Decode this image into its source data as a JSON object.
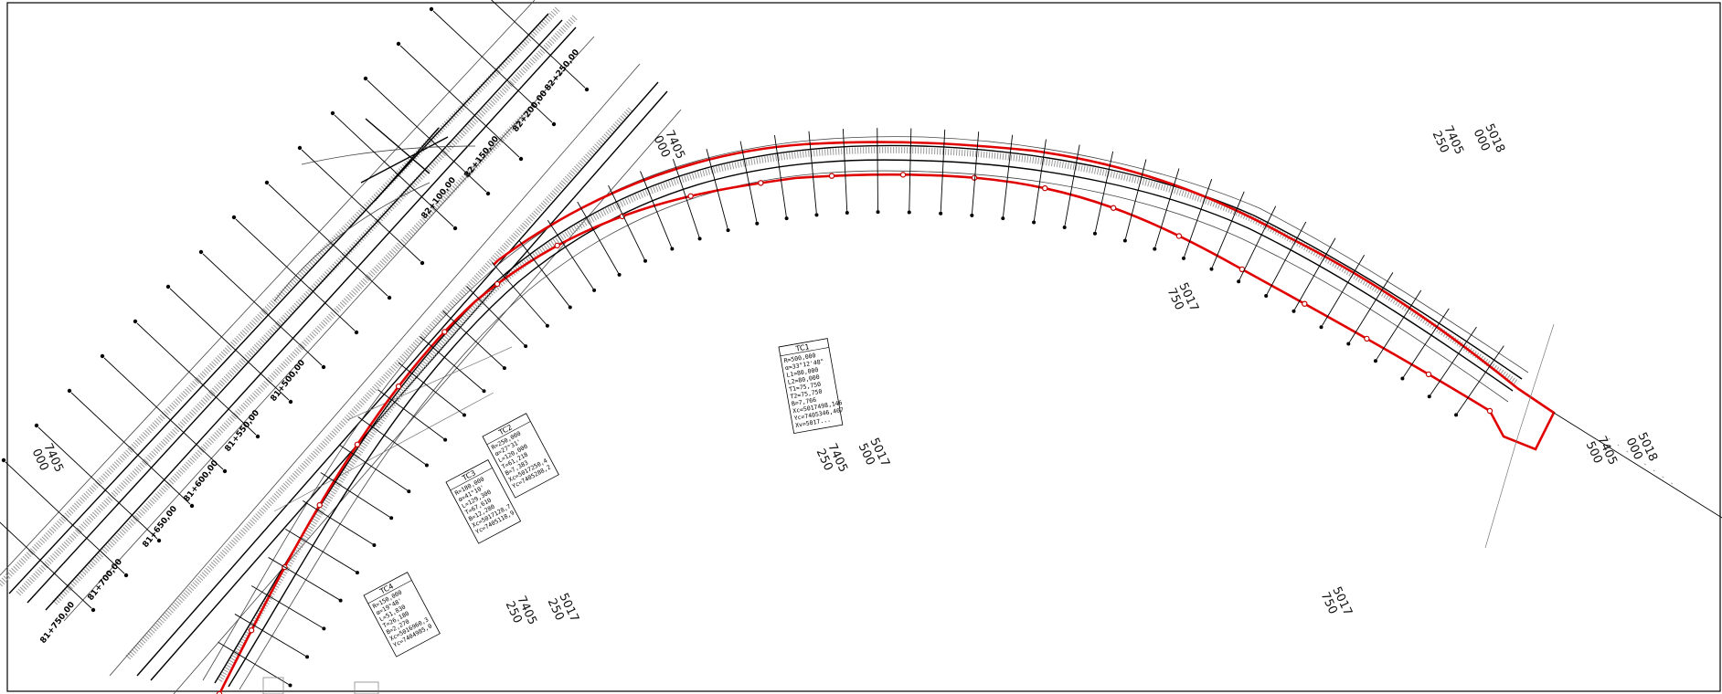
{
  "sheet": {
    "grid_labels": [
      {
        "a": "7405",
        "b": "000"
      },
      {
        "a": "7405",
        "b": "000"
      },
      {
        "a": "7405",
        "b": "250"
      },
      {
        "a": "5018",
        "b": "000"
      },
      {
        "a": "5017",
        "b": "750"
      },
      {
        "a": "7405",
        "b": "250"
      },
      {
        "a": "5017",
        "b": "500"
      },
      {
        "a": "7405",
        "b": "500"
      },
      {
        "a": "5018",
        "b": "000"
      },
      {
        "a": "7405",
        "b": "250"
      },
      {
        "a": "5017",
        "b": "250"
      },
      {
        "a": "5017",
        "b": "750"
      }
    ],
    "chainages": [
      "81+750,00",
      "81+700,00",
      "81+650,00",
      "81+600,00",
      "81+550,00",
      "81+500,00",
      "82+100,00",
      "82+150,00",
      "82+200,00",
      "82+250,00"
    ],
    "tables": [
      {
        "title": "TC1",
        "rows": [
          "R=500,000",
          "α=33°12'48\"",
          "L1=80,000",
          "L2=80,000",
          "T1=75,750",
          "T2=75,750",
          "B=7,766",
          "Xc=5017498,146",
          "Yc=7405346,467",
          "Xv=5017..."
        ]
      },
      {
        "title": "TC2",
        "rows": [
          "R=250,000",
          "α=27°31'",
          "L=120,000",
          "T=61,218",
          "B=7,383",
          "Xc=5017250,4",
          "Yc=7405288,2"
        ]
      },
      {
        "title": "TC3",
        "rows": [
          "R=180,000",
          "α=41°10'",
          "L=129,300",
          "T=67,610",
          "B=12,280",
          "Xc=5017128,7",
          "Yc=7405118,9"
        ]
      },
      {
        "title": "TC4",
        "rows": [
          "R=150,000",
          "α=19°48'",
          "L=51,830",
          "T=26,180",
          "B=2,270",
          "Xc=5016960,3",
          "Yc=7404985,0"
        ]
      }
    ]
  },
  "colors": {
    "boundary": "#e00000",
    "linework": "#000000",
    "hatch": "#9a9a9a"
  }
}
